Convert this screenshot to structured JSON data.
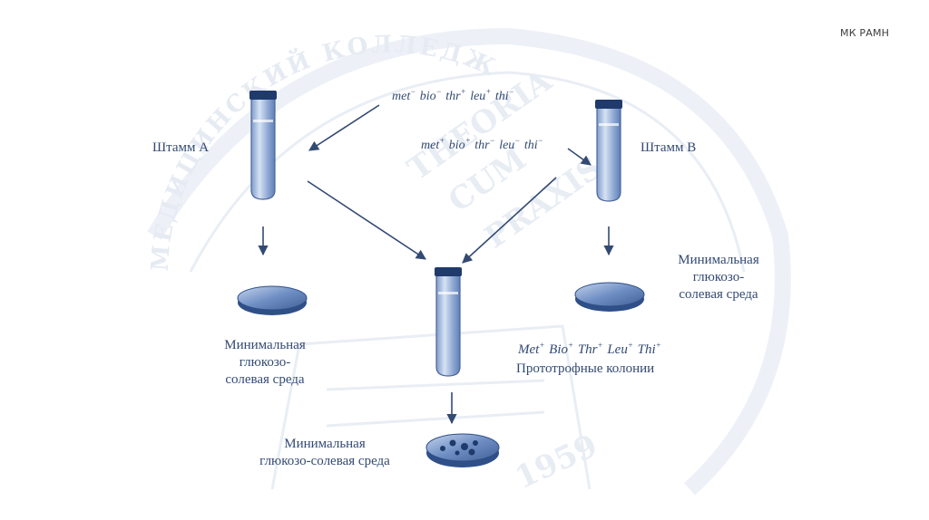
{
  "header": {
    "brand": "МК РАМН"
  },
  "strain_a": {
    "label": "Штамм А"
  },
  "strain_b": {
    "label": "Штамм В"
  },
  "genotype_a": [
    {
      "gene": "met",
      "sign": "−"
    },
    {
      "gene": "bio",
      "sign": "−"
    },
    {
      "gene": "thr",
      "sign": "+"
    },
    {
      "gene": "leu",
      "sign": "+"
    },
    {
      "gene": "thi",
      "sign": "−"
    }
  ],
  "genotype_b": [
    {
      "gene": "met",
      "sign": "+"
    },
    {
      "gene": "bio",
      "sign": "+"
    },
    {
      "gene": "thr",
      "sign": "−"
    },
    {
      "gene": "leu",
      "sign": "−"
    },
    {
      "gene": "thi",
      "sign": "−"
    }
  ],
  "medium_left": {
    "line1": "Минимальная",
    "line2": "глюкозо-",
    "line3": "солевая среда"
  },
  "medium_right": {
    "line1": "Минимальная",
    "line2": "глюкозо-",
    "line3": "солевая среда"
  },
  "medium_bottom": {
    "line1": "Минимальная",
    "line2": "глюкозо-солевая среда"
  },
  "prototroph": {
    "genotype": [
      {
        "gene": "Met",
        "sign": "+"
      },
      {
        "gene": "Bio",
        "sign": "+"
      },
      {
        "gene": "Thr",
        "sign": "+"
      },
      {
        "gene": "Leu",
        "sign": "+"
      },
      {
        "gene": "Thi",
        "sign": "+"
      }
    ],
    "label": "Прототрофные колонии"
  },
  "watermark": {
    "arc_text": "МЕДИЦИНСКИЙ КОЛЛЕДЖ",
    "motto1": "THEORIA",
    "motto2": "CUM",
    "motto3": "PRAXIS",
    "year": "1959"
  },
  "colors": {
    "ink": "#334a73",
    "tube_glass": "#a9bfe0",
    "tube_liquid": "#5d7fb8",
    "tube_cap": "#1f3a6b",
    "dish_fill": "#4f73ad",
    "watermark": "#e9eef5"
  }
}
